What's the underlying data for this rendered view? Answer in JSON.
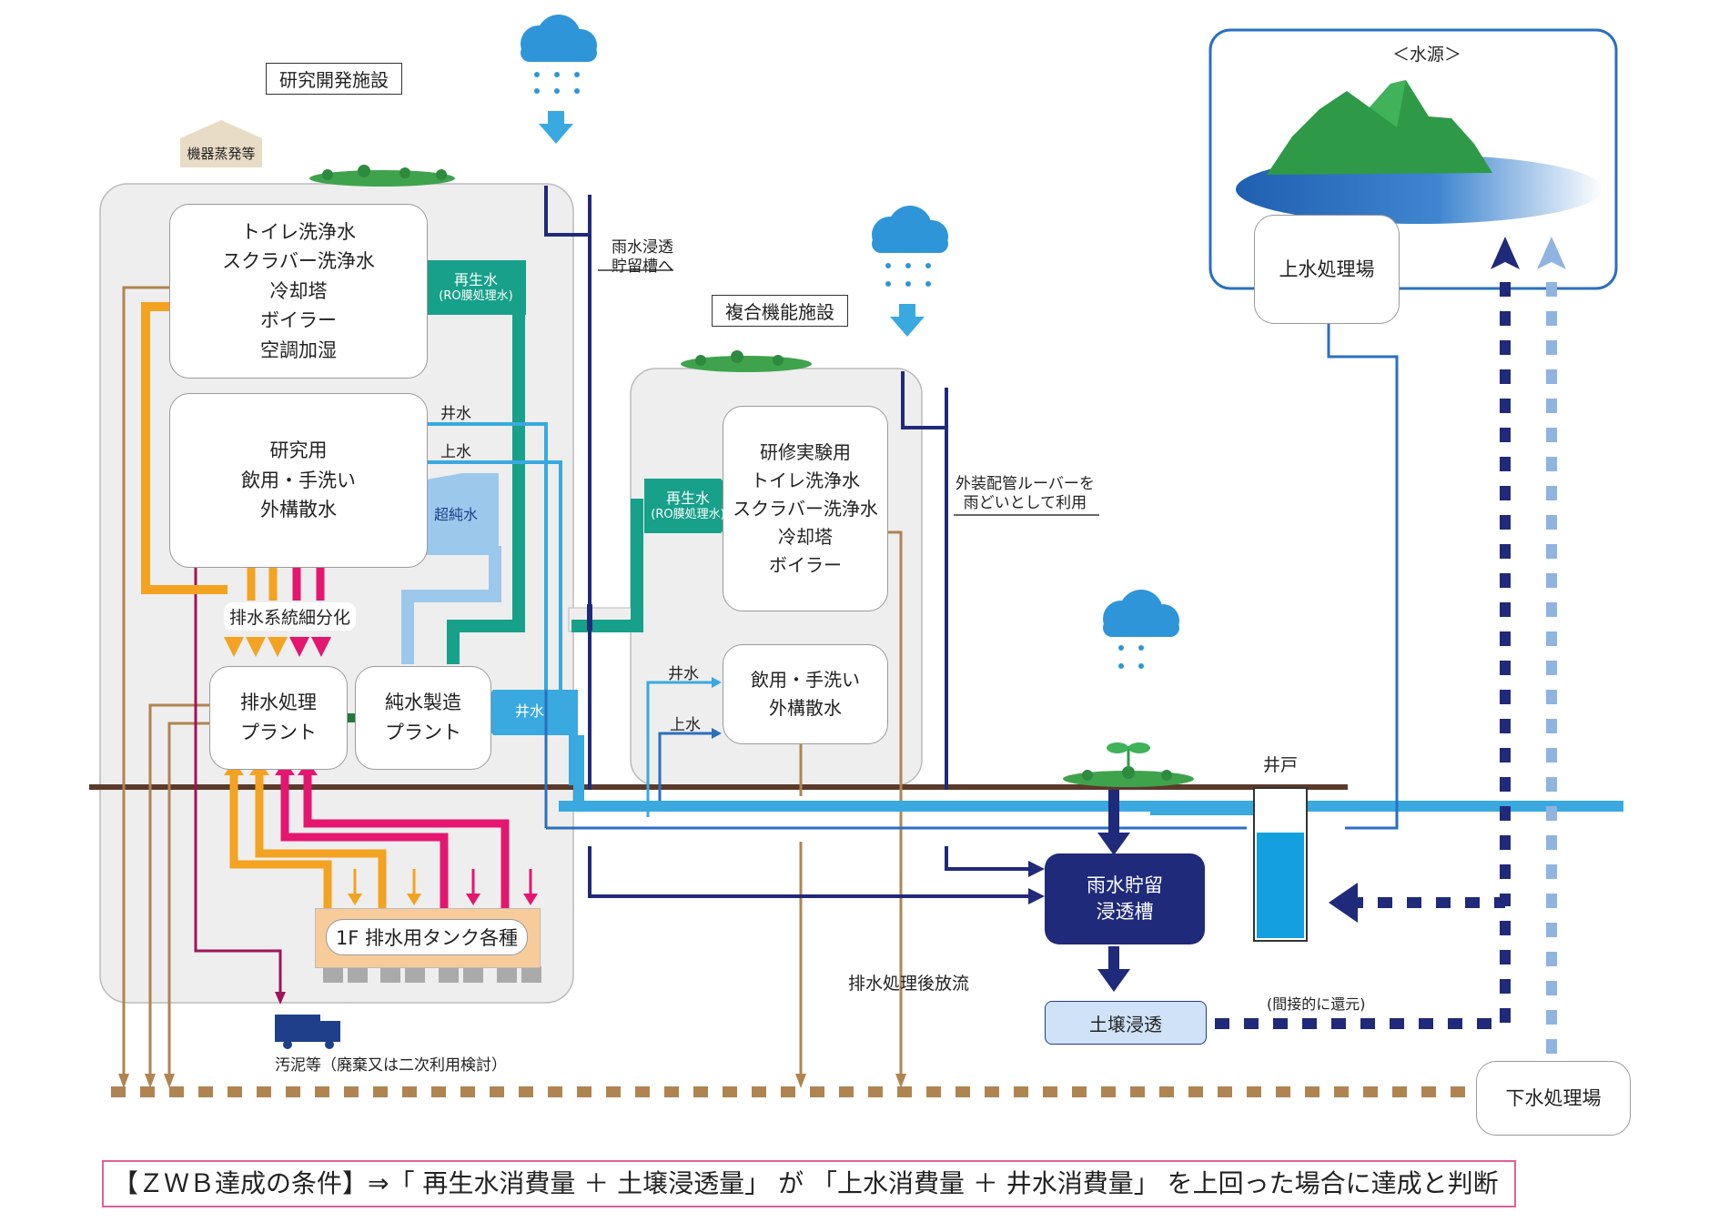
{
  "facility_research": "研究開発施設",
  "facility_complex": "複合機能施設",
  "evaporation": "機器蒸発等",
  "water_source": "＜水源＞",
  "water_treatment_plant": "上水処理場",
  "sewage_plant": "下水処理場",
  "research_uses": [
    "トイレ洗浄水",
    "スクラバー洗浄水",
    "冷却塔",
    "ボイラー",
    "空調加湿"
  ],
  "research_uses2": [
    "研究用",
    "飲用・手洗い",
    "外構散水"
  ],
  "complex_uses": [
    "研修実験用",
    "トイレ洗浄水",
    "スクラバー洗浄水",
    "冷却塔",
    "ボイラー"
  ],
  "complex_uses2": [
    "飲用・手洗い",
    "外構散水"
  ],
  "recycled": "再生水",
  "recycled_sub": "(RO膜処理水)",
  "well_water": "井水",
  "tap_water": "上水",
  "ultrapure": "超純水",
  "drain_segmentation": "排水系統細分化",
  "wastewater_plant": [
    "排水処理",
    "プラント"
  ],
  "purewater_plant": [
    "純水製造",
    "プラント"
  ],
  "tanks": "1F 排水用タンク各種",
  "sludge": "汚泥等（廃棄又は二次利用検討）",
  "to_rain_tank": [
    "雨水浸透",
    "貯留槽へ"
  ],
  "louver_note": [
    "外装配管ルーバーを",
    "雨どいとして利用"
  ],
  "rain_storage": [
    "雨水貯留",
    "浸透槽"
  ],
  "soil_infiltration": "土壌浸透",
  "well": "井戸",
  "indirect_return": "(間接的に還元)",
  "discharge_after": "排水処理後放流",
  "banner": "【ＺＷＢ達成の条件】⇒「 再生水消費量 ＋ 土壌浸透量」 が 「上水消費量 ＋ 井水消費量」 を上回った場合に達成と判断",
  "colors": {
    "navy": "#1f2a7a",
    "sky": "#39a9e0",
    "teal": "#17a08a",
    "orange": "#f3a321",
    "magenta": "#e5166f",
    "brown": "#b08450",
    "lightblue": "#9cc8ec",
    "green": "#2e9a47",
    "ground": "#5a3a2a"
  }
}
